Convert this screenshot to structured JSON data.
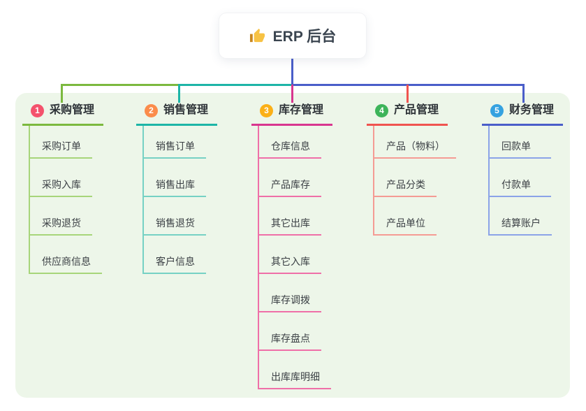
{
  "root": {
    "icon": "thumbs-up-icon",
    "label": "ERP 后台"
  },
  "panel": {
    "background": "#edf6e9"
  },
  "connector": {
    "root_color": "#4a5ec9"
  },
  "branches": [
    {
      "num": "1",
      "title": "采购管理",
      "line_color": "#7cb93f",
      "child_line_color": "#a7d57a",
      "badge_color": "#f4526c",
      "children": [
        "采购订单",
        "采购入库",
        "采购退货",
        "供应商信息"
      ]
    },
    {
      "num": "2",
      "title": "销售管理",
      "line_color": "#1db5a7",
      "child_line_color": "#76d1c4",
      "badge_color": "#fb8c4b",
      "children": [
        "销售订单",
        "销售出库",
        "销售退货",
        "客户信息"
      ]
    },
    {
      "num": "3",
      "title": "库存管理",
      "line_color": "#d8368f",
      "child_line_color": "#ef6fa8",
      "badge_color": "#fbb017",
      "children": [
        "仓库信息",
        "产品库存",
        "其它出库",
        "其它入库",
        "库存调拨",
        "库存盘点",
        "出库库明细"
      ]
    },
    {
      "num": "4",
      "title": "产品管理",
      "line_color": "#f05450",
      "child_line_color": "#f59b94",
      "badge_color": "#3db45a",
      "children": [
        "产品（物料）",
        "产品分类",
        "产品单位"
      ]
    },
    {
      "num": "5",
      "title": "财务管理",
      "line_color": "#4a5ec9",
      "child_line_color": "#8ba3e8",
      "badge_color": "#35a2e0",
      "children": [
        "回款单",
        "付款单",
        "结算账户"
      ]
    }
  ]
}
